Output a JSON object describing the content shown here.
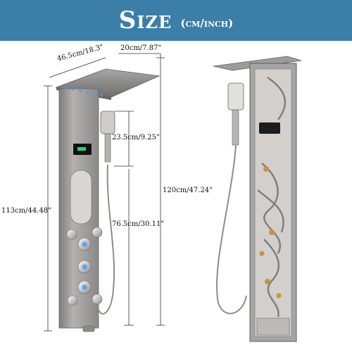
{
  "banner": {
    "title": "Size",
    "unit_note": "(cm/inch)"
  },
  "dimensions": {
    "head_length": "46.5cm/18.3\"",
    "head_width": "20cm/7.87\"",
    "handheld_height": "23.5cm/9.25\"",
    "panel_height": "120cm/47.24\"",
    "body_height": "113cm/44.48\"",
    "lower_height": "76.5cm/30.11\""
  },
  "colors": {
    "banner": "#3b7ea8",
    "steel": "#9c9a98",
    "steel_dark": "#6e6c6a",
    "led": "#3fa0ff"
  },
  "display": {
    "icon": "led-temperature-display"
  }
}
